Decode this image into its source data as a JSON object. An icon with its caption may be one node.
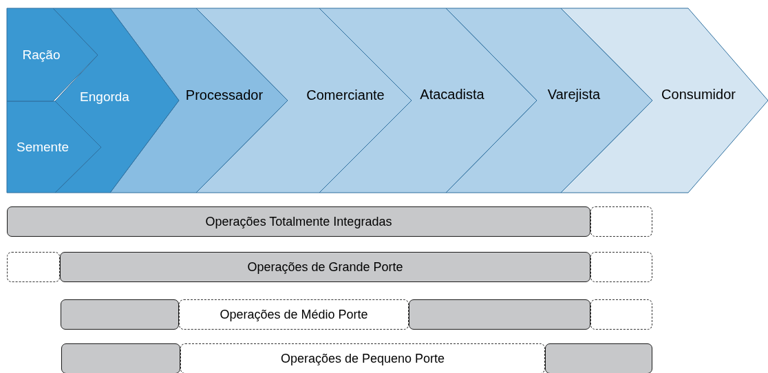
{
  "diagram": {
    "nodes": [
      {
        "text": [
          "Ração"
        ]
      },
      {
        "text": [
          "Semente"
        ]
      },
      {
        "text": [
          "Engorda"
        ]
      },
      {
        "text": [
          "Processador"
        ]
      },
      {
        "text": [
          "Comerciante"
        ]
      },
      {
        "text": [
          "Atacadista"
        ]
      },
      {
        "text": [
          "Varejista"
        ]
      },
      {
        "text": [
          "Consumidor"
        ]
      },
      {
        "text": [
          "Operações Totalmente Integradas"
        ]
      },
      {
        "text": [],
        "shape": "box"
      },
      {
        "text": [],
        "shape": "box"
      },
      {
        "text": [
          "Operações de Grande Porte"
        ]
      },
      {
        "text": [],
        "shape": "box"
      },
      {
        "text": [],
        "shape": "box"
      },
      {
        "text": [
          "Operações de Médio Porte"
        ]
      },
      {
        "text": [],
        "shape": "box"
      },
      {
        "text": [],
        "shape": "box"
      },
      {
        "text": [],
        "shape": "box"
      },
      {
        "text": [
          "Operações de Pequeno Porte"
        ]
      },
      {
        "text": [],
        "shape": "box"
      }
    ]
  }
}
